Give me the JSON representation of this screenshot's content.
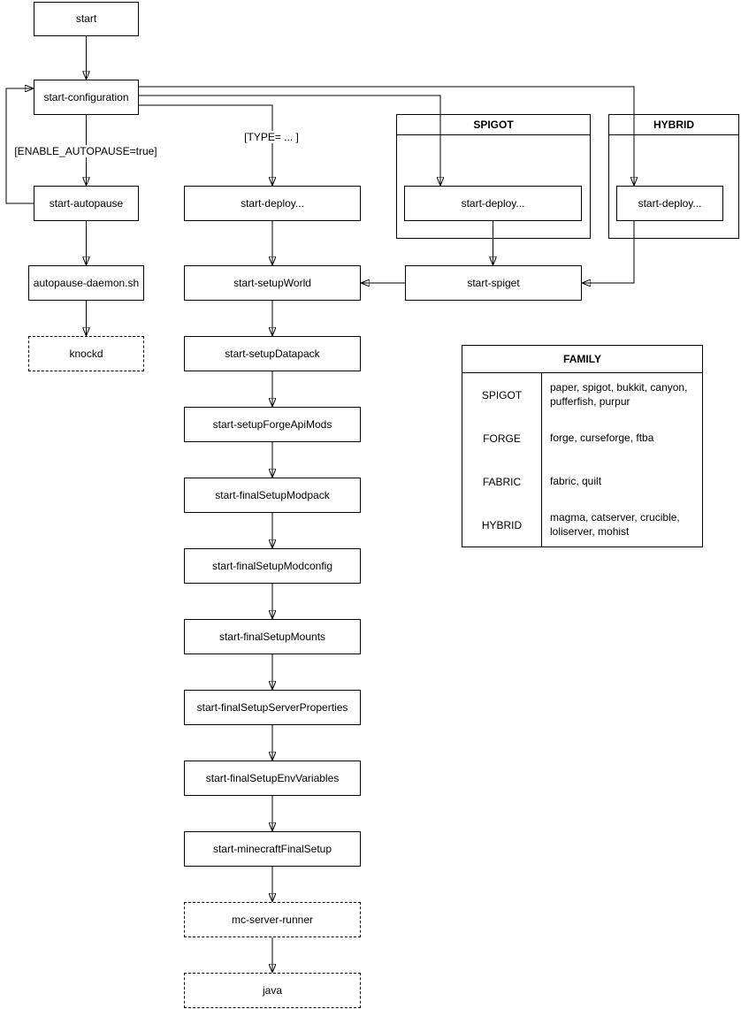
{
  "diagram": {
    "nodes": {
      "start": "start",
      "start_configuration": "start-configuration",
      "start_autopause": "start-autopause",
      "autopause_daemon_sh": "autopause-daemon.sh",
      "knockd": "knockd",
      "start_deploy": "start-deploy...",
      "start_setup_world": "start-setupWorld",
      "start_setup_datapack": "start-setupDatapack",
      "start_setup_forge_api_mods": "start-setupForgeApiMods",
      "start_final_setup_modpack": "start-finalSetupModpack",
      "start_final_setup_modconfig": "start-finalSetupModconfig",
      "start_final_setup_mounts": "start-finalSetupMounts",
      "start_final_setup_server_properties": "start-finalSetupServerProperties",
      "start_final_setup_env_variables": "start-finalSetupEnvVariables",
      "start_minecraft_final_setup": "start-minecraftFinalSetup",
      "mc_server_runner": "mc-server-runner",
      "java": "java",
      "spigot_start_deploy": "start-deploy...",
      "hybrid_start_deploy": "start-deploy...",
      "start_spiget": "start-spiget"
    },
    "containers": {
      "spigot_title": "SPIGOT",
      "hybrid_title": "HYBRID"
    },
    "edge_labels": {
      "enable_autopause": "[ENABLE_AUTOPAUSE=true]",
      "type_condition": "[TYPE= ... ]"
    }
  },
  "family_table": {
    "title": "FAMILY",
    "rows": [
      {
        "family": "SPIGOT",
        "servers": "paper, spigot, bukkit, canyon, pufferfish, purpur"
      },
      {
        "family": "FORGE",
        "servers": "forge, curseforge, ftba"
      },
      {
        "family": "FABRIC",
        "servers": "fabric, quilt"
      },
      {
        "family": "HYBRID",
        "servers": "magma, catserver, crucible, loliserver, mohist"
      }
    ]
  },
  "colors": {
    "line": "#000000",
    "background": "#ffffff",
    "text": "#000000"
  }
}
